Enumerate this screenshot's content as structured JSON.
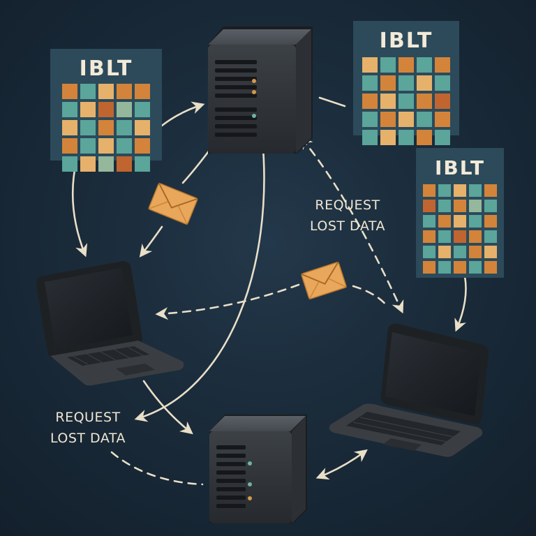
{
  "palette": {
    "background": "#1a2b3a",
    "card": "#2c4a5a",
    "orange": "#d3843a",
    "teal": "#5ba59b",
    "sand": "#e6b16b",
    "rust": "#c0652f",
    "sage": "#95b79c",
    "line": "#e9dfc8",
    "envelope": "#e8a75a"
  },
  "cards": [
    {
      "id": "card-left",
      "title": "IBLT",
      "cols": 5,
      "rows": 5,
      "cells": [
        "orange",
        "teal",
        "sand",
        "orange",
        "orange",
        "teal",
        "sand",
        "rust",
        "sage",
        "teal",
        "sand",
        "teal",
        "orange",
        "teal",
        "sand",
        "orange",
        "teal",
        "sand",
        "teal",
        "orange",
        "teal",
        "sand",
        "sage",
        "rust",
        "teal"
      ]
    },
    {
      "id": "card-top-right",
      "title": "IBLT",
      "cols": 5,
      "rows": 5,
      "cells": [
        "sand",
        "teal",
        "orange",
        "teal",
        "orange",
        "teal",
        "orange",
        "teal",
        "sand",
        "teal",
        "orange",
        "sand",
        "teal",
        "orange",
        "rust",
        "teal",
        "orange",
        "sand",
        "teal",
        "orange",
        "teal",
        "sand",
        "teal",
        "orange",
        "teal"
      ]
    },
    {
      "id": "card-right",
      "title": "IBLT",
      "cols": 5,
      "rows": 6,
      "cells": [
        "orange",
        "teal",
        "sand",
        "teal",
        "orange",
        "rust",
        "teal",
        "orange",
        "sage",
        "teal",
        "teal",
        "orange",
        "sand",
        "teal",
        "orange",
        "orange",
        "teal",
        "rust",
        "orange",
        "teal",
        "teal",
        "sand",
        "teal",
        "orange",
        "sand",
        "orange",
        "teal",
        "orange",
        "teal",
        "orange"
      ]
    }
  ],
  "icons": [
    "server-top-icon",
    "server-bottom-icon",
    "laptop-left-icon",
    "laptop-right-icon",
    "envelope-left-icon",
    "envelope-center-icon"
  ],
  "labels": {
    "request_right": [
      "REQUEST",
      "LOST DATA"
    ],
    "request_left": [
      "REQUEST",
      "LOST DATA"
    ]
  }
}
